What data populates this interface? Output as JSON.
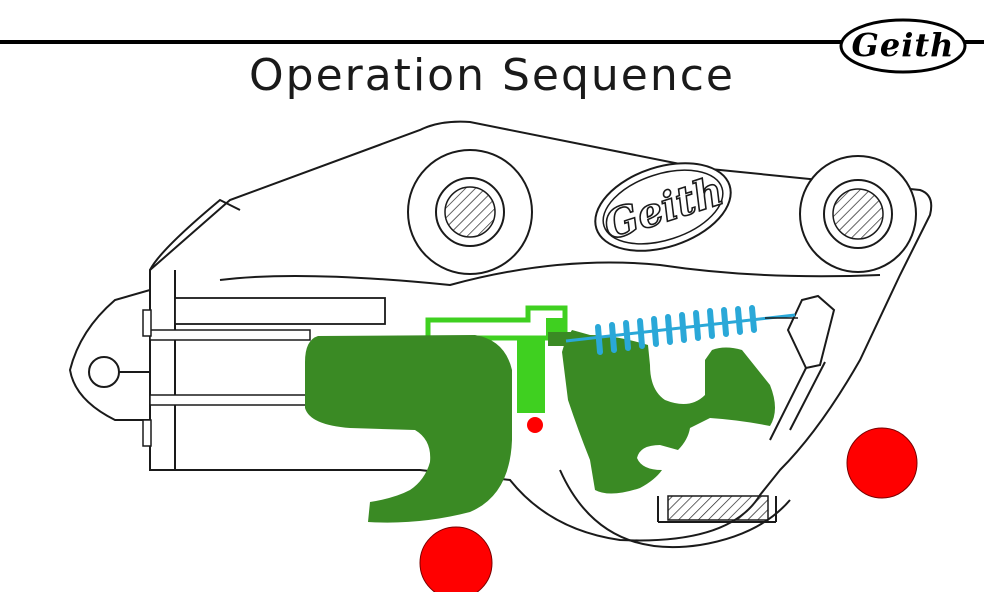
{
  "slide": {
    "title": "Operation Sequence",
    "logo_text": "Geith"
  },
  "colors": {
    "title_rule": "#000000",
    "hook_green": "#3a8a24",
    "plate_green": "#3fd020",
    "spring_blue": "#2aa8d8",
    "marker_red": "#ff0000",
    "outline": "#1a1a1a"
  },
  "diagram": {
    "body_logo_text": "Geith",
    "markers": [
      "red-marker-lower-left",
      "red-marker-right"
    ]
  }
}
